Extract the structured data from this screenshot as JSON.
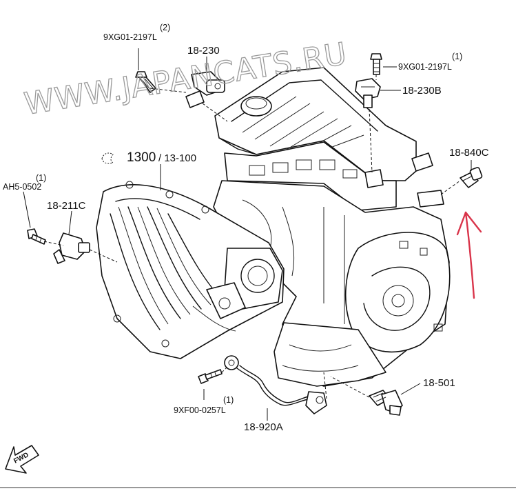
{
  "watermark": "WWW.JAPANCATS.RU",
  "labels": {
    "bolt_top_left": "9XG01-2197L",
    "bolt_top_left_qty": "(2)",
    "sensor_top_left": "18-230",
    "bolt_top_right": "9XG01-2197L",
    "bolt_top_right_qty": "(1)",
    "sensor_top_right": "18-230B",
    "manifold_main": "1300",
    "manifold_ref": "/ 13-100",
    "bolt_left": "AH5-0502",
    "bolt_left_qty": "(1)",
    "sensor_left": "18-211C",
    "sensor_right": "18-840C",
    "sensor_bottom_right": "18-501",
    "bolt_bottom": "9XF00-0257L",
    "bolt_bottom_qty": "(1)",
    "knock_sensor": "18-920A",
    "fwd": "FWD"
  },
  "colors": {
    "line": "#111111",
    "watermark": "#9a9a9a",
    "annotation_arrow": "#d9344a"
  }
}
